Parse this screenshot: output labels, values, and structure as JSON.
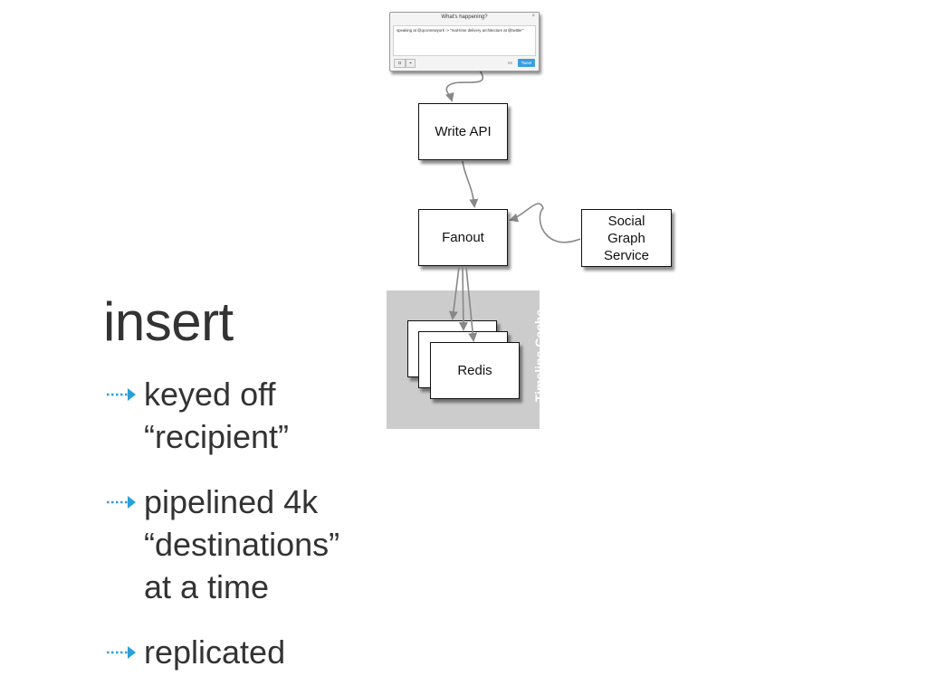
{
  "slide": {
    "heading": "insert",
    "bullets": [
      {
        "line1": "keyed off",
        "line2": "“recipient”",
        "line3": ""
      },
      {
        "line1": "pipelined 4k",
        "line2": "“destinations”",
        "line3": "at a time"
      },
      {
        "line1": "replicated",
        "line2": "",
        "line3": ""
      }
    ]
  },
  "diagram": {
    "tweet_dialog": {
      "title": "What's happening?",
      "close": "×",
      "text": "speaking at @qconnewyork -> \"real-time delivery architecture at @twitter\"",
      "camera_glyph": "◘",
      "location_glyph": "⌖",
      "count": "66",
      "button": "Tweet"
    },
    "write_api": "Write API",
    "fanout": "Fanout",
    "social_graph": {
      "line1": "Social",
      "line2": "Graph",
      "line3": "Service"
    },
    "redis": "Redis",
    "timeline_cache": "Timeline Cache"
  },
  "colors": {
    "bullet_arrow": "#2aa0d8",
    "text": "#333333",
    "cache_bg": "#cccccc",
    "connector": "#888888",
    "tweet_button": "#3b9ee0"
  }
}
